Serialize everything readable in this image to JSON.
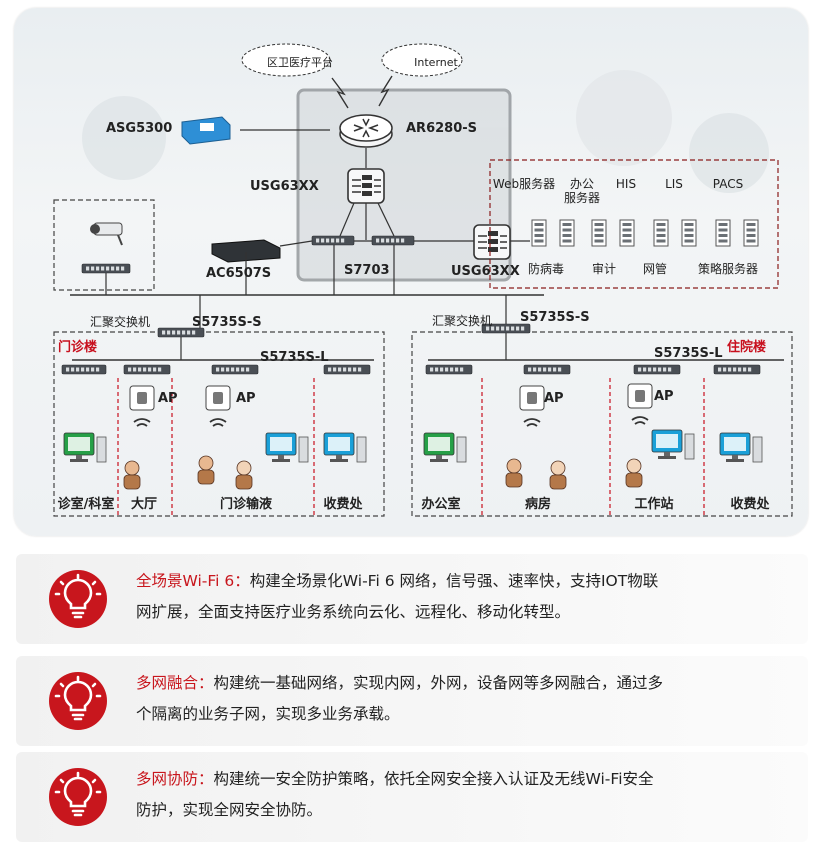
{
  "diagram": {
    "clouds": [
      "区卫医疗平台",
      "Internet"
    ],
    "devices": {
      "asg": "ASG5300",
      "router": "AR6280-S",
      "usg_top": "USG63XX",
      "ac": "AC6507S",
      "core": "S7703",
      "usg_right": "USG63XX"
    },
    "servers": {
      "top_labels": [
        "Web服务器",
        "办公\n服务器",
        "HIS",
        "LIS",
        "PACS"
      ],
      "bottom_labels": [
        "防病毒",
        "审计",
        "网管",
        "策略服务器"
      ]
    },
    "left_building": {
      "name": "门诊楼",
      "agg_label": "汇聚交换机",
      "agg_switch": "S5735S-S",
      "access_switch": "S5735S-L",
      "ap_label": "AP",
      "rooms": [
        "诊室/科室",
        "大厅",
        "门诊输液",
        "收费处"
      ]
    },
    "right_building": {
      "name": "住院楼",
      "agg_label": "汇聚交换机",
      "agg_switch": "S5735S-S",
      "access_switch": "S5735S-L",
      "ap_label": "AP",
      "rooms": [
        "办公室",
        "病房",
        "工作站",
        "收费处"
      ]
    },
    "colors": {
      "accent_red": "#c8101e",
      "switch_gray": "#4a4f55",
      "monitor_cyan": "#1aa0d8",
      "terminal_green": "#26a047"
    }
  },
  "features": [
    {
      "title": "全场景Wi-Fi 6：",
      "line1_rest": "构建全场景化Wi-Fi 6 网络，信号强、速率快，支持IOT物联",
      "line2": "网扩展，全面支持医疗业务系统向云化、远程化、移动化转型。"
    },
    {
      "title": "多网融合：",
      "line1_rest": "构建统一基础网络，实现内网，外网，设备网等多网融合，通过多",
      "line2": "个隔离的业务子网，实现多业务承载。"
    },
    {
      "title": "多网协防：",
      "line1_rest": "构建统一安全防护策略，依托全网安全接入认证及无线Wi-Fi安全",
      "line2": "防护，实现全网安全协防。"
    }
  ]
}
